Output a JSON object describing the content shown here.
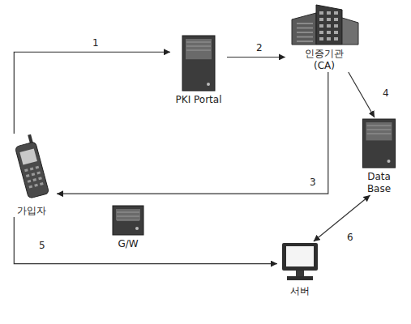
{
  "diagram": {
    "nodes": [
      {
        "text": [
          "가입자"
        ]
      },
      {
        "text": [
          "PKI Portal"
        ]
      },
      {
        "text": [
          "인증기관 (CA)"
        ]
      },
      {
        "text": [
          "Data Base"
        ]
      },
      {
        "text": [
          "G/W"
        ]
      },
      {
        "text": [
          "서버"
        ]
      }
    ],
    "edges": [
      {
        "from": 0,
        "to": 1,
        "arrow": "to",
        "label": "1"
      },
      {
        "from": 1,
        "to": 2,
        "arrow": "to",
        "label": "2"
      },
      {
        "from": 2,
        "to": 0,
        "arrow": "to",
        "label": "3"
      },
      {
        "from": 2,
        "to": 3,
        "arrow": "to",
        "label": "4"
      },
      {
        "from": 0,
        "to": 5,
        "arrow": "to",
        "label": "5"
      },
      {
        "from": 3,
        "to": 5,
        "arrow": "both",
        "label": "6"
      }
    ]
  }
}
